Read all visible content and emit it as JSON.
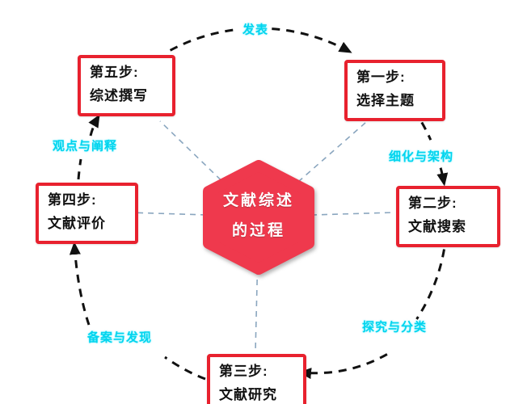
{
  "diagram": {
    "title": "literature-review-process-cycle",
    "center": {
      "line1": "文献综述",
      "line2": "的过程"
    },
    "steps": [
      {
        "id": "step1",
        "line1": "第一步:",
        "line2": "选择主题"
      },
      {
        "id": "step2",
        "line1": "第二步:",
        "line2": "文献搜索"
      },
      {
        "id": "step3",
        "line1": "第三步:",
        "line2": "文献研究"
      },
      {
        "id": "step4",
        "line1": "第四步:",
        "line2": "文献评价"
      },
      {
        "id": "step5",
        "line1": "第五步:",
        "line2": "综述撰写"
      }
    ],
    "edge_labels": [
      {
        "id": "publish",
        "text": "发表",
        "from": "step5",
        "to": "step1"
      },
      {
        "id": "refine",
        "text": "细化与架构",
        "from": "step1",
        "to": "step2"
      },
      {
        "id": "explore",
        "text": "探究与分类",
        "from": "step2",
        "to": "step3"
      },
      {
        "id": "record",
        "text": "备案与发现",
        "from": "step3",
        "to": "step4"
      },
      {
        "id": "viewpoint",
        "text": "观点与阐释",
        "from": "step4",
        "to": "step5"
      }
    ],
    "colors": {
      "box_border": "#e8212e",
      "hexagon": "#ef394d",
      "edge_label": "#00d4ee",
      "arc": "#111111",
      "spoke": "#8aa6bf",
      "box_text": "#111111",
      "hex_text": "#ffffff"
    }
  }
}
